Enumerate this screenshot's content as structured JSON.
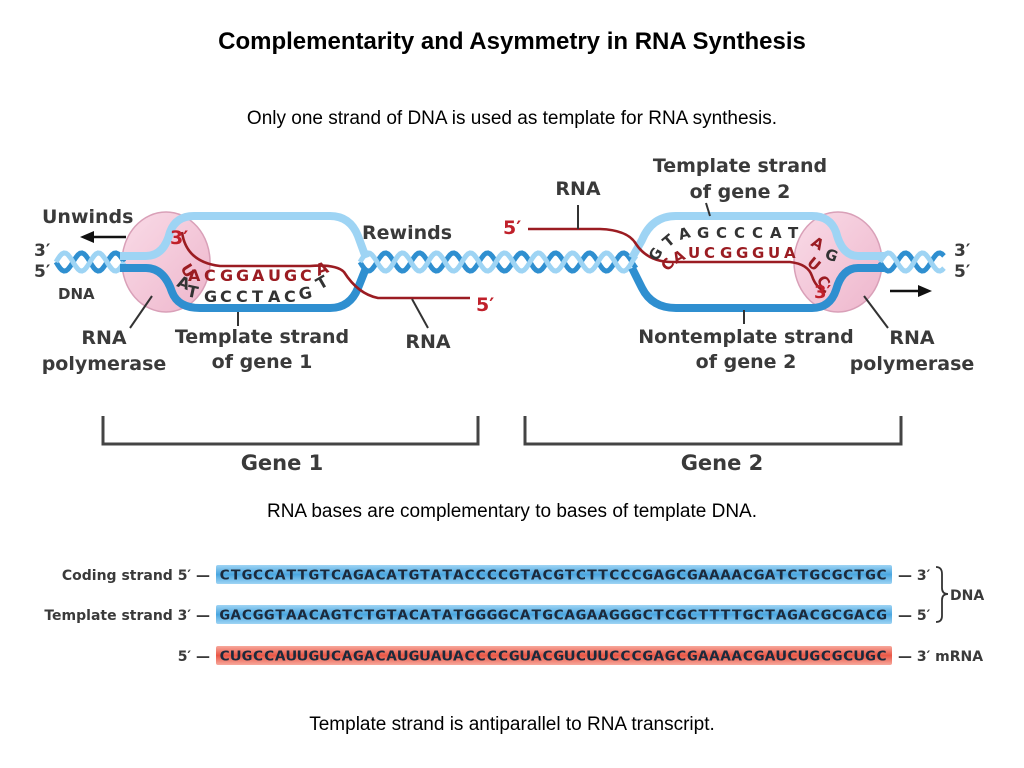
{
  "title": "Complementarity and Asymmetry in RNA Synthesis",
  "captions": {
    "top": "Only one strand of DNA is used as template for RNA synthesis.",
    "middle": "RNA bases are complementary to bases of template DNA.",
    "bottom": "Template strand is antiparallel to RNA transcript."
  },
  "diagram": {
    "unwinds": "Unwinds",
    "rewinds": "Rewinds",
    "dna": "DNA",
    "three_prime": "3′",
    "five_prime": "5′",
    "rna_polymerase_line1": "RNA",
    "rna_polymerase_line2": "polymerase",
    "rna": "RNA",
    "gene1": {
      "name": "Gene 1",
      "template_line1": "Template strand",
      "template_line2": "of gene 1",
      "rna_bases": [
        "U",
        "A",
        "C",
        "G",
        "G",
        "A",
        "U",
        "G",
        "C",
        "A"
      ],
      "dna_bases": [
        "A",
        "T",
        "G",
        "C",
        "C",
        "T",
        "A",
        "C",
        "G",
        "T"
      ]
    },
    "gene2": {
      "name": "Gene 2",
      "template_line1": "Template strand",
      "template_line2": "of gene 2",
      "nontemplate_line1": "Nontemplate strand",
      "nontemplate_line2": "of gene 2",
      "dna_bases": [
        "G",
        "T",
        "A",
        "G",
        "C",
        "C",
        "C",
        "A",
        "T"
      ],
      "rna_bases": [
        "C",
        "A",
        "U",
        "C",
        "G",
        "G",
        "G",
        "U",
        "A",
        "A",
        "U",
        "C"
      ],
      "end_base": "G"
    },
    "colors": {
      "dna_strand": "#5ab0e4",
      "dna_strand_dark": "#2f8fd0",
      "rna_strand": "#9b1c22",
      "polymerase": "#f4c6d8"
    }
  },
  "sequences": {
    "coding": {
      "label": "Coding strand 5′ —",
      "sequence": "CTGCCATTGTCAGACATGTATACCCCGTACGTCTTCCCGAGCGAAAACGATCTGCGCTGC",
      "end": "— 3′"
    },
    "template": {
      "label": "Template strand 3′ —",
      "sequence": "GACGGTAACAGTCTGTACATATGGGGCATGCAGAAGGGCTCGCTTTTGCTAGACGCGACG",
      "end": "— 5′"
    },
    "mrna": {
      "label": "5′ —",
      "sequence": "CUGCCAUUGUCAGACAUGUAUACCCCGUACGUCUUCCCGAGCGAAAACGAUCUGCGCUGC",
      "end": "— 3′ mRNA"
    },
    "dna_label": "DNA",
    "colors": {
      "dna_bar": "#5ab0e4",
      "rna_bar": "#ef6a5a"
    }
  }
}
